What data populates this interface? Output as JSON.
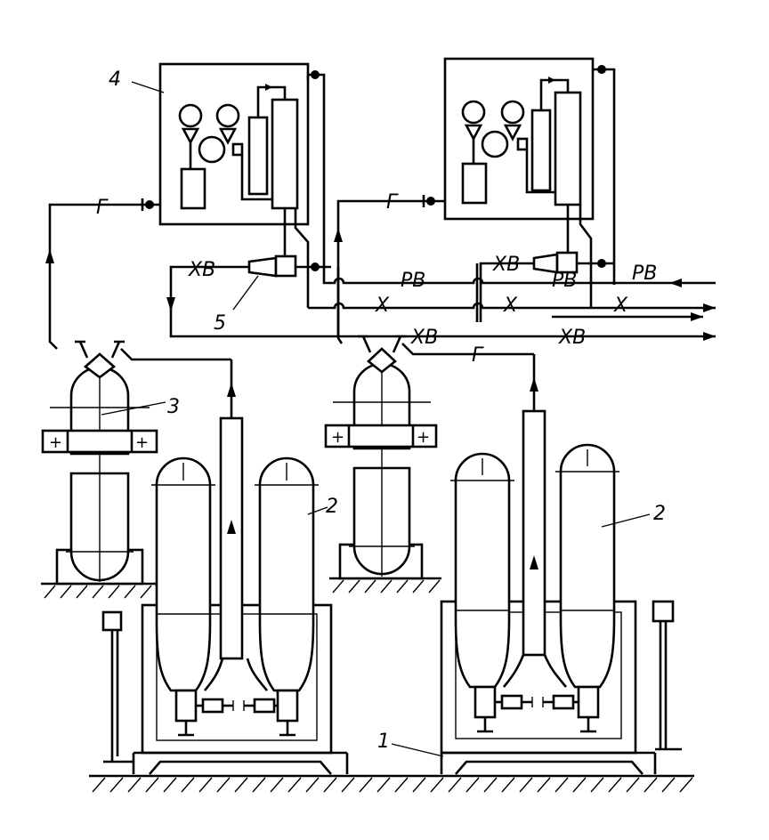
{
  "labels": {
    "unit_1": "1",
    "tank_2": "2",
    "cylinder_3": "3",
    "panel_4": "4",
    "mixer_5": "5"
  },
  "pipes": {
    "gas": "Г",
    "cold_water": "ХВ",
    "hot_water": "Х",
    "return_water": "РВ"
  }
}
